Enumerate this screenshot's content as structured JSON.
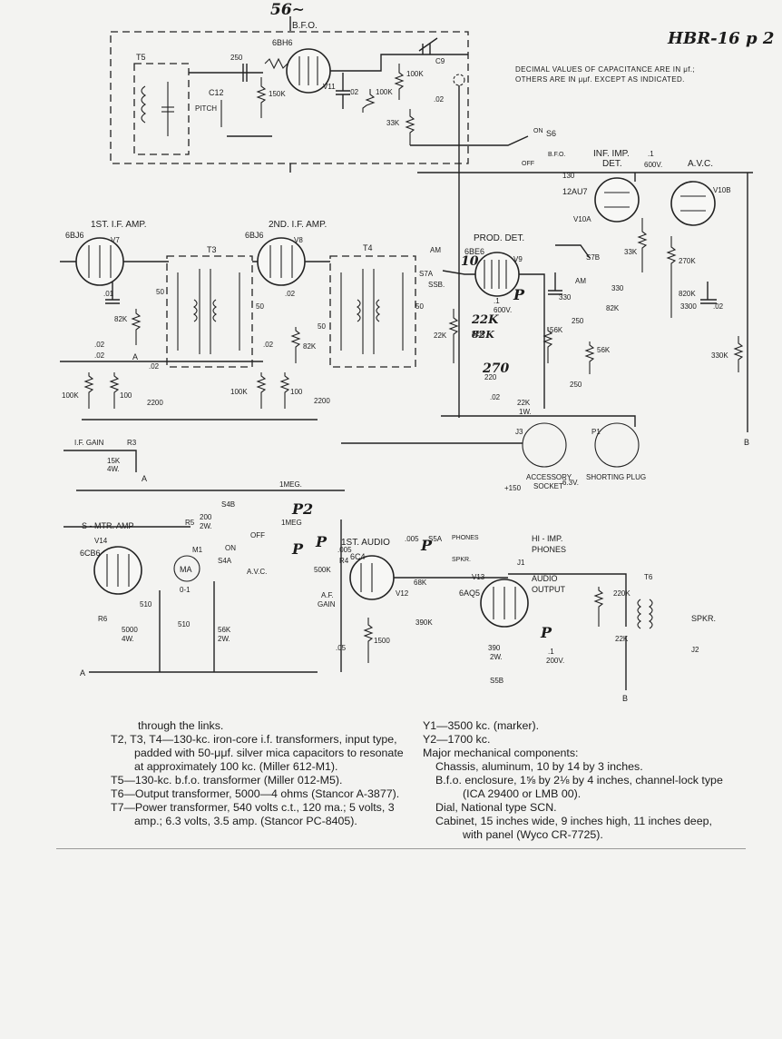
{
  "page_marks": {
    "top_pencil": "56∼",
    "top_right_pencil": "HBR-16 p 2",
    "decimal_note_1": "DECIMAL VALUES OF CAPACITANCE ARE IN μf.;",
    "decimal_note_2": "OTHERS ARE IN μμf. EXCEPT AS INDICATED."
  },
  "stage_labels": {
    "bfo": "B.F.O.",
    "if1": "1ST. I.F. AMP.",
    "if2": "2ND. I.F. AMP.",
    "prod_det": "PROD. DET.",
    "inf_imp_det_1": "INF. IMP.",
    "inf_imp_det_2": "DET.",
    "avc": "A.V.C.",
    "smtr": "S - MTR. AMP",
    "audio1": "1ST. AUDIO",
    "audio_out_1": "AUDIO",
    "audio_out_2": "OUTPUT",
    "phones_1": "HI - IMP.",
    "phones_2": "PHONES",
    "spkr": "SPKR.",
    "accessory_1": "ACCESSORY",
    "accessory_2": "SOCKET",
    "shorting": "SHORTING PLUG",
    "pitch": "PITCH",
    "if_gain": "I.F. GAIN",
    "af_gain_1": "A.F.",
    "af_gain_2": "GAIN"
  },
  "tubes": {
    "v11": "6BH6",
    "v11_ref": "V11",
    "v7": "6BJ6",
    "v7_ref": "V7",
    "v8": "6BJ6",
    "v8_ref": "V8",
    "v9": "6BE6",
    "v9_ref": "V9",
    "v10": "12AU7",
    "v10a_ref": "V10A",
    "v10b_ref": "V10B",
    "v14": "6CB6",
    "v14_ref": "V14",
    "v12": "6C4",
    "v12_ref": "V12",
    "v13": "6AQ5",
    "v13_ref": "V13"
  },
  "components": {
    "t5": "T5",
    "t3": "T3",
    "t4": "T4",
    "t6": "T6",
    "c12": "C12",
    "c9": "C9",
    "c250": "250",
    "r150k": "150K",
    "c02a": ".02",
    "r100k_a": "100K",
    "r100k_b": "100K",
    "c02b": ".02",
    "r33k_a": "33K",
    "s6": "S6",
    "s6_on": "ON",
    "s6_off": "OFF",
    "s6_bfo": "B.F.O.",
    "c130": "130",
    "c1_600": ".1",
    "c600v": "600V.",
    "r33k_b": "33K",
    "r270k": "270K",
    "r820k": "820K",
    "c3300": "3300",
    "c02_avc": ".02",
    "r330k": "330K",
    "s7a": "S7A",
    "s7b": "S7B",
    "am_a": "AM",
    "am_b": "AM",
    "ssb": "SSB.",
    "c50a": "50",
    "c50b": "50",
    "c50c": "50",
    "c50d": "50",
    "c01": ".01",
    "r82k_a": "82K",
    "c02_v8": ".02",
    "r82k_b": "82K",
    "c02_l1": ".02",
    "c02_l2": ".02",
    "c02_l3": ".02",
    "c02_l4": ".02",
    "r100k_l1": "100K",
    "r100_l1": "100",
    "c2200_a": "2200",
    "r100k_l2": "100K",
    "r100_l2": "100",
    "c2200_b": "2200",
    "c1_prod": ".1",
    "c600v_prod": "600V.",
    "r22k_prod": "22K",
    "r82k_prod": "82K",
    "c330_a": "330",
    "c330_b": "330",
    "r82k_c": "82K",
    "r56k_a": "56K",
    "c250_b": "250",
    "r56k_b": "56K",
    "c250_c": "250",
    "c220": "220",
    "c02_prod": ".02",
    "r22k_1w": "22K",
    "r1w": "1W.",
    "r3": "R3",
    "r3_val": "15K",
    "r3_w": "4W.",
    "j3": "J3",
    "p1": "P1",
    "v150": "+150",
    "v63": "6.3V.",
    "s4b": "S4B",
    "s4a": "S4A",
    "s4_on": "ON",
    "s4_off": "OFF",
    "avc_sw": "A.V.C.",
    "imeg_a": "1MEG.",
    "imeg_b": "1MEG",
    "r5": "R5",
    "r5_val": "200",
    "r5_w": "2W.",
    "m1": "M1",
    "ma": "MA",
    "ma_range": "0-1",
    "r510_a": "510",
    "r510_b": "510",
    "r56k_2w": "56K",
    "r56k_2w_w": "2W.",
    "r6": "R6",
    "r6_val": "5000",
    "r6_w": "4W.",
    "c005_a": ".005",
    "r4": "R4",
    "r500k": "500K",
    "c005_b": ".005",
    "s5a": "S5A",
    "r68k": "68K",
    "phones_node": "PHONES",
    "spkr_node": "SPKR.",
    "j1": "J1",
    "c05": ".05",
    "r1500": "1500",
    "r390k": "390K",
    "r220k": "220K",
    "r22k_out": "22K",
    "r390": "390",
    "r390_w": "2W.",
    "c1_out": ".1",
    "c200v": "200V.",
    "s5b": "S5B",
    "j2": "J2",
    "lbl_a1": "A",
    "lbl_a2": "A",
    "lbl_a3": "A",
    "lbl_b1": "B",
    "lbl_b2": "B"
  },
  "pencil_notes": {
    "p_v9": "P",
    "p_prod": "10",
    "p2": "P2",
    "p_s4": "P",
    "p_audio": "P",
    "p_c005": "P",
    "p_out": "P",
    "n22k": "22K",
    "n82k": "82K",
    "n270": "270"
  },
  "parts_list_left": [
    "through the links.",
    "T2, T3, T4—130-kc. iron-core i.f. transformers, input type, padded with 50-μμf. silver mica capacitors to resonate at approximately 100 kc. (Miller 612-M1).",
    "T5—130-kc. b.f.o. transformer (Miller 012-M5).",
    "T6—Output transformer, 5000—4 ohms (Stancor A-3877).",
    "T7—Power transformer, 540 volts c.t., 120 ma.; 5 volts, 3 amp.; 6.3 volts, 3.5 amp. (Stancor PC-8405)."
  ],
  "parts_list_right": [
    "Y1—3500 kc. (marker).",
    "Y2—1700 kc.",
    "Major mechanical components:",
    "Chassis, aluminum, 10 by 14 by 3 inches.",
    "B.f.o. enclosure, 1⅝ by 2⅛ by 4 inches, channel-lock type (ICA 29400 or LMB 00).",
    "Dial, National type SCN.",
    "Cabinet, 15 inches wide, 9 inches high, 11 inches deep, with panel (Wyco CR-7725)."
  ],
  "colors": {
    "ink": "#1b1b1b",
    "paper": "#f3f3f1",
    "pencil": "#2a2a2a"
  }
}
